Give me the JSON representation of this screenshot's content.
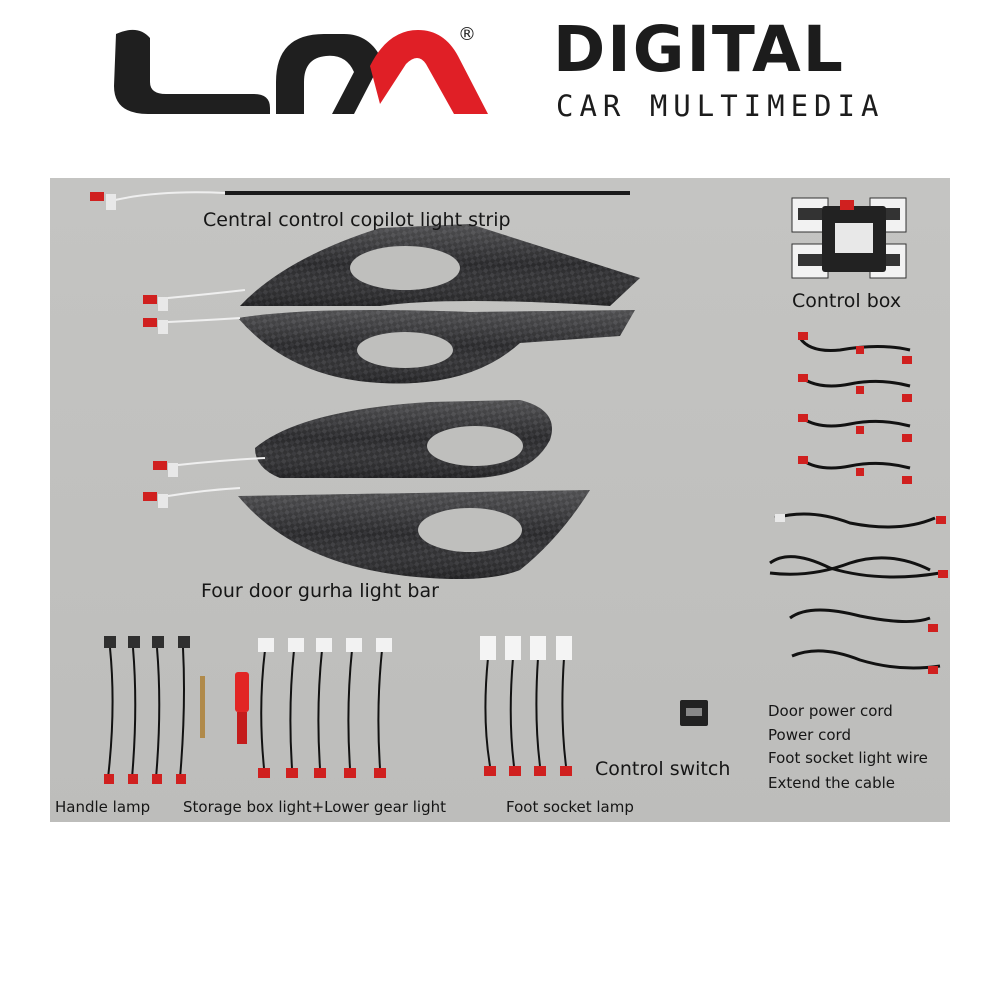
{
  "brand": {
    "registered_mark": "®",
    "title": "DIGITAL",
    "subtitle": "CAR MULTIMEDIA",
    "colors": {
      "logo_dark": "#1f1f1f",
      "logo_red": "#e01f26"
    }
  },
  "labels": {
    "central_strip": "Central control copilot light strip",
    "control_box": "Control box",
    "door_light_bar": "Four door gurha light bar",
    "handle_lamp": "Handle lamp",
    "storage_box": "Storage box light+Lower gear light",
    "foot_socket_lamp": "Foot socket lamp",
    "control_switch": "Control switch",
    "door_power_cord": "Door power cord",
    "power_cord": "Power cord",
    "foot_socket_wire": "Foot socket light wire",
    "extend_cable": "Extend the cable"
  }
}
